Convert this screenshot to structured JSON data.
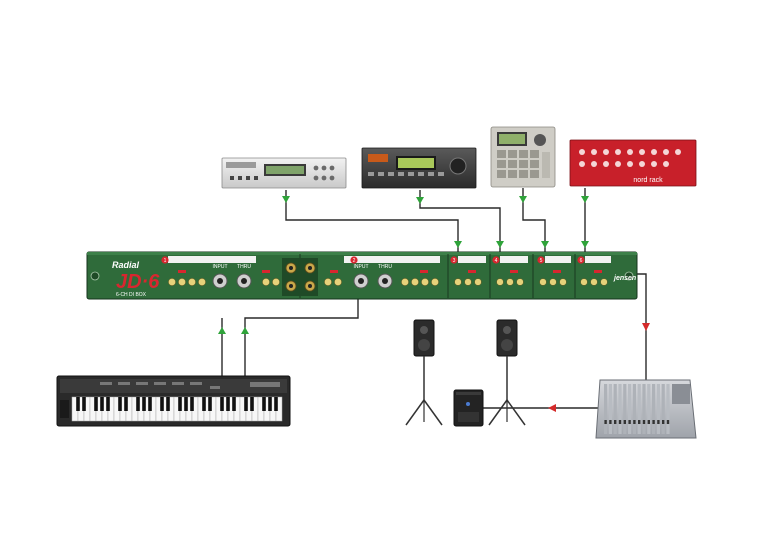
{
  "jd6": {
    "brand": "Radial",
    "model": "JD·6",
    "subtitle": "6-CH DI BOX",
    "jensen": "jensen",
    "channels": [
      "1",
      "2",
      "3",
      "4",
      "5",
      "6"
    ],
    "controls": {
      "input": "INPUT",
      "thru": "THRU"
    }
  },
  "devices": {
    "nord_label": "nord rack"
  },
  "colors": {
    "panel": "#2f6b3a",
    "panel_dark": "#1f4a27",
    "cable": "#2a2a2a",
    "arrow_green": "#2fa33a",
    "arrow_red": "#d42a2a",
    "nord_red": "#c8202a",
    "brand_red": "#d8262f"
  }
}
